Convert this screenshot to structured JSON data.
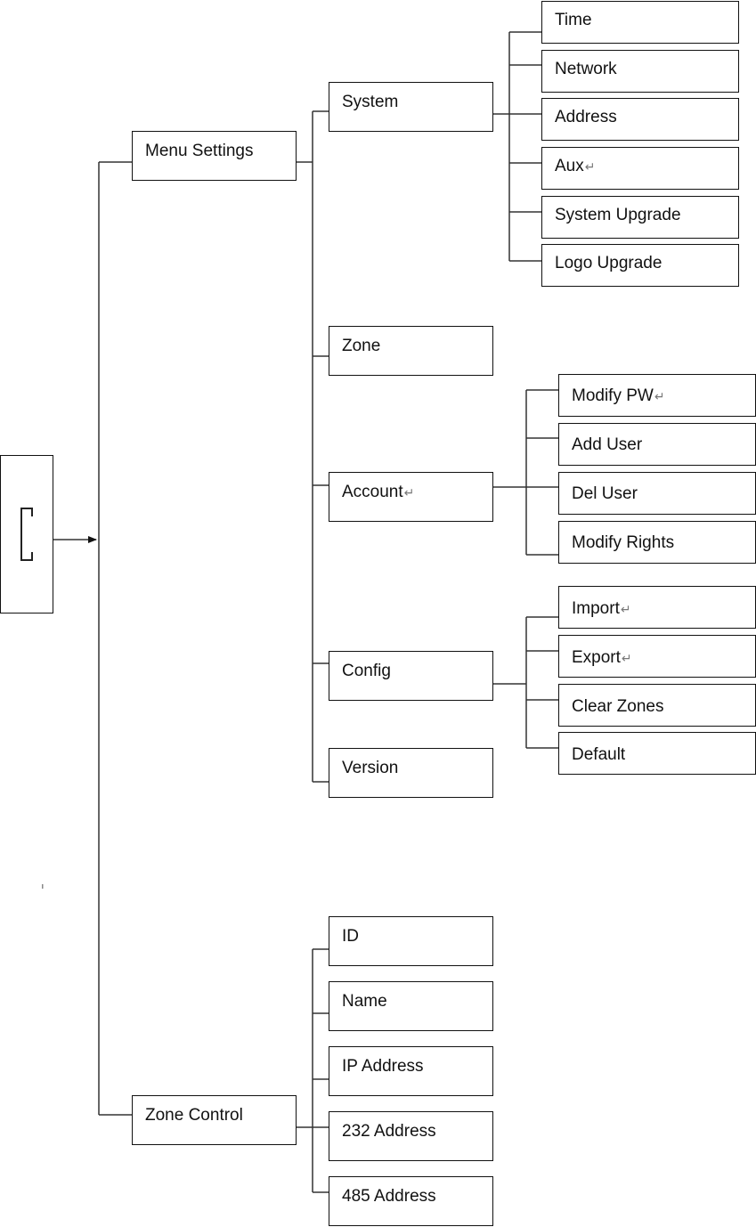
{
  "diagram": {
    "root": {
      "name": "root-device",
      "label": ""
    },
    "level1": [
      {
        "name": "menu-settings",
        "label": "Menu Settings"
      },
      {
        "name": "zone-control",
        "label": "Zone Control"
      }
    ],
    "menu_settings": [
      {
        "name": "system",
        "label": "System"
      },
      {
        "name": "zone",
        "label": "Zone"
      },
      {
        "name": "account",
        "label": "Account",
        "return_mark": true
      },
      {
        "name": "config",
        "label": "Config"
      },
      {
        "name": "version",
        "label": "Version"
      }
    ],
    "system": [
      {
        "name": "time",
        "label": "Time"
      },
      {
        "name": "network",
        "label": "Network"
      },
      {
        "name": "address",
        "label": "Address"
      },
      {
        "name": "aux",
        "label": "Aux",
        "return_mark": true
      },
      {
        "name": "system-upgrade",
        "label": "System Upgrade"
      },
      {
        "name": "logo-upgrade",
        "label": "Logo Upgrade"
      }
    ],
    "account": [
      {
        "name": "modify-pw",
        "label": "Modify PW",
        "return_mark": true
      },
      {
        "name": "add-user",
        "label": "Add User"
      },
      {
        "name": "del-user",
        "label": "Del User"
      },
      {
        "name": "modify-rights",
        "label": "Modify Rights"
      }
    ],
    "config": [
      {
        "name": "import",
        "label": "Import",
        "return_mark": true
      },
      {
        "name": "export",
        "label": "Export",
        "return_mark": true
      },
      {
        "name": "clear-zones",
        "label": "Clear Zones"
      },
      {
        "name": "default",
        "label": "Default"
      }
    ],
    "zone_control": [
      {
        "name": "id",
        "label": "ID"
      },
      {
        "name": "name",
        "label": "Name"
      },
      {
        "name": "ip-address",
        "label": "IP Address"
      },
      {
        "name": "232-address",
        "label": "232 Address"
      },
      {
        "name": "485-address",
        "label": "485 Address"
      }
    ],
    "return_symbol": "↵",
    "colors": {
      "stroke": "#111111",
      "background": "#ffffff"
    }
  }
}
